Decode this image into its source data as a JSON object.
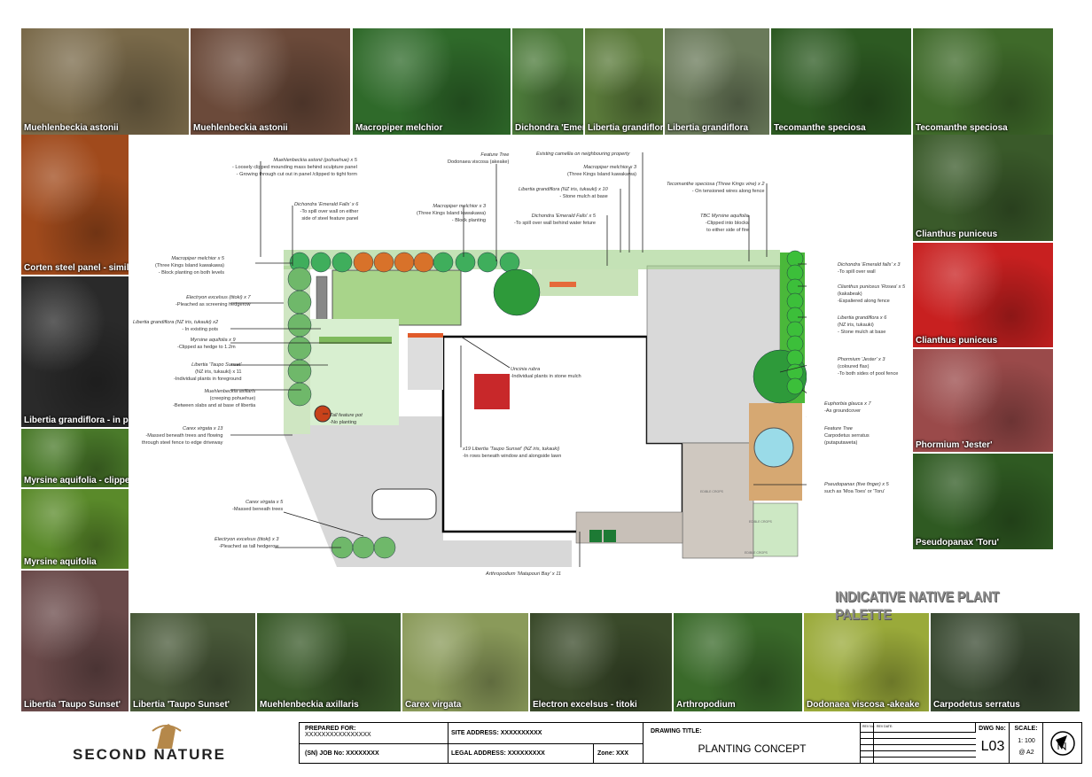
{
  "photos_top": [
    {
      "caption": "Muehlenbeckia astonii",
      "color": "#7a6a4a"
    },
    {
      "caption": "Muehlenbeckia astonii",
      "color": "#6b4a3a"
    },
    {
      "caption": "Macropiper melchior",
      "color": "#2f6a2a"
    },
    {
      "caption": "Dichondra 'Emerald Falls'",
      "color": "#4c7a3a"
    },
    {
      "caption": "Libertia grandiflora",
      "color": "#5a7a3a"
    },
    {
      "caption": "Libertia grandiflora",
      "color": "#6a7a5a"
    },
    {
      "caption": "Tecomanthe speciosa",
      "color": "#2d5a22"
    },
    {
      "caption": "Tecomanthe speciosa",
      "color": "#3f6a2a"
    }
  ],
  "photos_left": [
    {
      "caption": "Corten steel panel - similar",
      "color": "#a04a1c"
    },
    {
      "caption": "Libertia grandiflora - in pot",
      "color": "#2a2a2a"
    },
    {
      "caption": "Myrsine aquifolia - clipped",
      "color": "#4a7a2a"
    },
    {
      "caption": "Myrsine aquifolia",
      "color": "#5a8a2a"
    },
    {
      "caption": "Libertia 'Taupo Sunset'",
      "color": "#6a4a4a"
    }
  ],
  "photos_right": [
    {
      "caption": "Clianthus puniceus",
      "color": "#3a5a2a"
    },
    {
      "caption": "Clianthus puniceus",
      "color": "#c82020"
    },
    {
      "caption": "Phormium 'Jester'",
      "color": "#9a4a4a"
    },
    {
      "caption": "Pseudopanax 'Toru'",
      "color": "#2f5a22"
    }
  ],
  "photos_bottom": [
    {
      "caption": "Libertia 'Taupo Sunset'",
      "color": "#4a5a3a"
    },
    {
      "caption": "Muehlenbeckia axillaris",
      "color": "#3a5a2a"
    },
    {
      "caption": "Carex virgata",
      "color": "#8a9a5a"
    },
    {
      "caption": "Electron excelsus - titoki",
      "color": "#3a4a2a"
    },
    {
      "caption": "Arthropodium",
      "color": "#3a6a2a"
    },
    {
      "caption": "Dodonaea viscosa -akeake",
      "color": "#9aaa3a"
    },
    {
      "caption": "Carpodetus serratus",
      "color": "#3a4a32"
    }
  ],
  "palette_title": "INDICATIVE NATIVE PLANT PALETTE",
  "annotations": [
    {
      "lines": [
        "Muehlenbeckia astonii  (pohuehue) x 5",
        "- Loosely clipped mounding mass behind sculpture panel",
        "- Growing through cut out in panel /clipped to tight form"
      ]
    },
    {
      "lines": [
        "Feature Tree",
        "Dodonaea viscosa (akeake)"
      ]
    },
    {
      "lines": [
        "Dichondra 'Emerald Falls' x 6",
        "-To spill over wall on either",
        "side of steel feature panel"
      ]
    },
    {
      "lines": [
        "Macropiper melchior x 3",
        "(Three Kings Island kawakawa)",
        "- Block planting"
      ]
    },
    {
      "lines": [
        "Existing camellia on neighbouring property"
      ]
    },
    {
      "lines": [
        "Macropiper melchior x 3",
        "(Three Kings Island kawakawa)"
      ]
    },
    {
      "lines": [
        "Libertia grandiflora (NZ iris, tukauki) x 10",
        "- Stone mulch at base"
      ]
    },
    {
      "lines": [
        "Dichondra 'Emerald Falls' x 5",
        "-To spill over wall behind water feture"
      ]
    },
    {
      "lines": [
        "Tecomanthe speciosa (Three Kings vine) x 2",
        "- On tensioned wires along fence"
      ]
    },
    {
      "lines": [
        "TBC Myrsine aquifolia",
        "-Clipped into blocks",
        "to either side of fire"
      ]
    },
    {
      "lines": [
        "Macropiper melchior x 5",
        "(Three Kings Island kawakawa)",
        "- Block planting on both levels"
      ]
    },
    {
      "lines": [
        "Electryon excelsus (titoki) x 7",
        "-Pleached as screening hedgerow"
      ]
    },
    {
      "lines": [
        "Libertia grandiflora (NZ iris, tukauki) x2",
        "- In existing pots"
      ]
    },
    {
      "lines": [
        "Myrsine aquifolia x 9",
        "-Clipped as hedge to 1.2m"
      ]
    },
    {
      "lines": [
        "Libertia 'Taupo Sunset'",
        "(NZ iris, tukauki) x 11",
        "-Individual plants in foreground"
      ]
    },
    {
      "lines": [
        "Muehlenbeckia axillaris",
        "(creeping pohuehue)",
        "-Between slabs and at base of libertia"
      ]
    },
    {
      "lines": [
        "Carex virgata  x 13",
        "-Massed beneath trees and flowing",
        "through steel fence to edge driveway"
      ]
    },
    {
      "lines": [
        "Tall feature pot",
        "-No planting"
      ]
    },
    {
      "lines": [
        "Uncinia rubra",
        "-Individual plants in stone mulch"
      ]
    },
    {
      "lines": [
        "x19 Libertia 'Taupo Sunset' (NZ iris, tukauki)",
        "-In rows beneath window and  alongside lawn"
      ]
    },
    {
      "lines": [
        "Carex virgata x 5",
        "-Massed beneath trees"
      ]
    },
    {
      "lines": [
        "Electryon excelsus (titoki) x 3",
        "-Pleached as tall hedgerow"
      ]
    },
    {
      "lines": [
        "Arthropodium 'Matapouri Bay' x 11"
      ]
    },
    {
      "lines": [
        "Dichondra 'Emerald falls' x 3",
        "-To spill over wall"
      ]
    },
    {
      "lines": [
        "Clianthus puniceus 'Rosea' x 5",
        "(kakabeak)",
        "-Espaliered along fence"
      ]
    },
    {
      "lines": [
        "Libertia grandiflora x 6",
        "(NZ iris, tukauki)",
        "- Stone mulch at base"
      ]
    },
    {
      "lines": [
        "Phormium  'Jester' x 3",
        "(coloured flax)",
        "-To both sides of pool fence"
      ]
    },
    {
      "lines": [
        "Euphorbia glauca x 7",
        "-As groundcover"
      ]
    },
    {
      "lines": [
        "Feature Tree",
        "Carpodetus serratus",
        "(putaputaweta)"
      ]
    },
    {
      "lines": [
        "Pseudopanax (five finger) x 5",
        "such as 'Moa Toes' or 'Toru'"
      ]
    }
  ],
  "plan_labels": {
    "edible_1": "EDIBLE CROPS",
    "edible_2": "EDIBLE CROPS",
    "edible_3": "EDIBLE CROPS"
  },
  "logo": {
    "text": "SECOND NATURE"
  },
  "title_block": {
    "prepared_for_label": "PREPARED FOR:",
    "prepared_for_value": "XXXXXXXXXXXXXXXX",
    "job_no": "(SN) JOB No: XXXXXXXX",
    "site_address": "SITE ADDRESS: XXXXXXXXXX",
    "legal_address": "LEGAL ADDRESS: XXXXXXXXX",
    "zone": "Zone: XXX",
    "drawing_title_label": "DRAWING TITLE:",
    "drawing_title": "PLANTING CONCEPT",
    "rev_no": "REV No:",
    "rev_date": "REV DATE:",
    "dwg_no_label": "DWG No:",
    "dwg_no": "L03",
    "scale_label": "SCALE:",
    "scale_value": "1: 100",
    "scale_sheet": "@ A2"
  }
}
